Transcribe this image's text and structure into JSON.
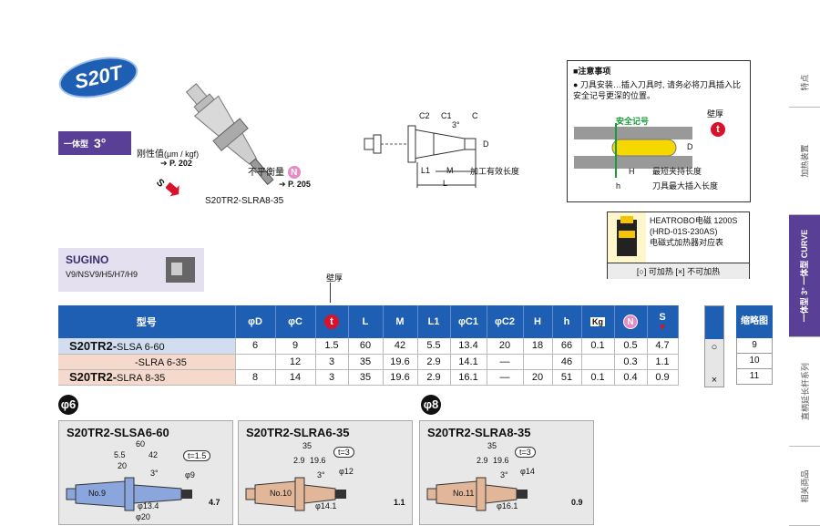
{
  "header": {
    "series_badge": "S20T",
    "angle_label_small": "一体型",
    "angle_label_big": "3°"
  },
  "figure": {
    "rigidity_label": "刚性值",
    "rigidity_unit": "(μm / kgf)",
    "rigidity_ref": "P. 202",
    "balance_label": "不平衡量",
    "balance_ref": "P. 205",
    "s_label": "S",
    "n_label": "N",
    "caption": "S20TR2-SLRA8-35"
  },
  "dimension_diagram": {
    "labels": [
      "C2",
      "C1",
      "3°",
      "C",
      "D",
      "L1",
      "M",
      "L"
    ],
    "effective_length": "加工有效长度"
  },
  "caution": {
    "title": "■注意事项",
    "body": "● 刀具安装…插入刀具时, 请务必将刀具插入比安全记号更深的位置。",
    "safety_mark": "安全记号",
    "wall_label": "壁厚",
    "t_mark": "t",
    "d_mark": "D",
    "h_upper": "H",
    "h_lower": "h",
    "min_clamp": "最短夹持长度",
    "max_insert": "刀具最大插入长度"
  },
  "heater": {
    "line1": "HEATROBO电磁 1200S",
    "line2": "(HRD-01S-230AS)",
    "line3": "电磁式加热器对应表",
    "legend": "[○] 可加热  [×] 不可加热"
  },
  "sugino": {
    "title": "SUGINO",
    "models": "V9/NSV9/H5/H7/H9"
  },
  "table": {
    "wall_callout": "壁厚",
    "headers": [
      "型号",
      "φD",
      "φC",
      "t",
      "L",
      "M",
      "L1",
      "φC1",
      "φC2",
      "H",
      "h",
      "Kg",
      "N",
      "S"
    ],
    "rows": [
      {
        "model_bold": "S20TR2-",
        "model_rest": "SLSA 6-60",
        "cells": [
          "6",
          "9",
          "1.5",
          "60",
          "42",
          "5.5",
          "13.4",
          "20",
          "18",
          "66",
          "0.1",
          "0.5",
          "4.7"
        ],
        "heat": "○",
        "curve": "9"
      },
      {
        "model_bold": "",
        "model_rest": "-SLRA 6-35",
        "cells": [
          "",
          "12",
          "3",
          "35",
          "19.6",
          "2.9",
          "14.1",
          "—",
          "",
          "46",
          "",
          "0.3",
          "1.1"
        ],
        "heat": "",
        "curve": "10"
      },
      {
        "model_bold": "S20TR2-",
        "model_rest": "SLRA 8-35",
        "cells": [
          "8",
          "14",
          "3",
          "35",
          "19.6",
          "2.9",
          "16.1",
          "—",
          "20",
          "51",
          "0.1",
          "0.4",
          "0.9"
        ],
        "heat": "×",
        "curve": "11"
      }
    ],
    "curve_header": "缩略图"
  },
  "drawings": {
    "phi6": "φ6",
    "phi8": "φ8",
    "items": [
      {
        "title": "S20TR2-SLSA6-60",
        "L": "60",
        "M": "42",
        "L1": "5.5",
        "small": "20",
        "angle": "3°",
        "t": "t=1.5",
        "d": "φ9",
        "c1": "φ13.4",
        "c2": "φ20",
        "no": "No.9",
        "s": "4.7"
      },
      {
        "title": "S20TR2-SLRA6-35",
        "L": "35",
        "M": "19.6",
        "L1": "2.9",
        "angle": "3°",
        "t": "t=3",
        "d": "φ12",
        "c1": "φ14.1",
        "no": "No.10",
        "s": "1.1"
      },
      {
        "title": "S20TR2-SLRA8-35",
        "L": "35",
        "M": "19.6",
        "L1": "2.9",
        "angle": "3°",
        "t": "t=3",
        "d": "φ14",
        "c1": "φ16.1",
        "no": "No.11",
        "s": "0.9"
      }
    ]
  },
  "side_tabs": [
    "特点",
    "加热装置",
    "一体型 3° 一体型 CURVE",
    "直柄延长杆系列",
    "相关商品"
  ]
}
